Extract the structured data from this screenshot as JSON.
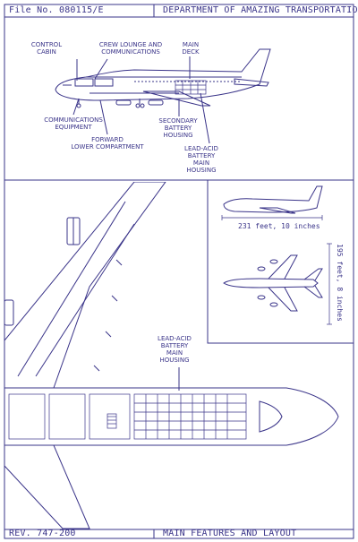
{
  "header": {
    "file_no": "File No. 080115/E",
    "department": "DEPARTMENT OF AMAZING TRANSPORTATION"
  },
  "footer": {
    "revision": "REV. 747-200",
    "sheet_title": "MAIN FEATURES AND LAYOUT"
  },
  "side_view_labels": {
    "control_cabin": "CONTROL\nCABIN",
    "crew_lounge": "CREW LOUNGE AND\nCOMMUNICATIONS",
    "main_deck": "MAIN\nDECK",
    "communications_equipment": "COMMUNICATIONS\nEQUIPMENT",
    "forward_lower": "FORWARD\nLOWER COMPARTMENT",
    "secondary_battery": "SECONDARY\nBATTERY\nHOUSING",
    "lead_acid_main": "LEAD-ACID\nBATTERY\nMAIN\nHOUSING"
  },
  "plan_labels": {
    "lead_acid_main": "LEAD-ACID\nBATTERY\nMAIN\nHOUSING"
  },
  "dimensions": {
    "length": "231 feet, 10 inches",
    "wingspan": "195 feet, 8 inches"
  },
  "colors": {
    "ink": "#3a3489",
    "paper": "#ffffff"
  }
}
